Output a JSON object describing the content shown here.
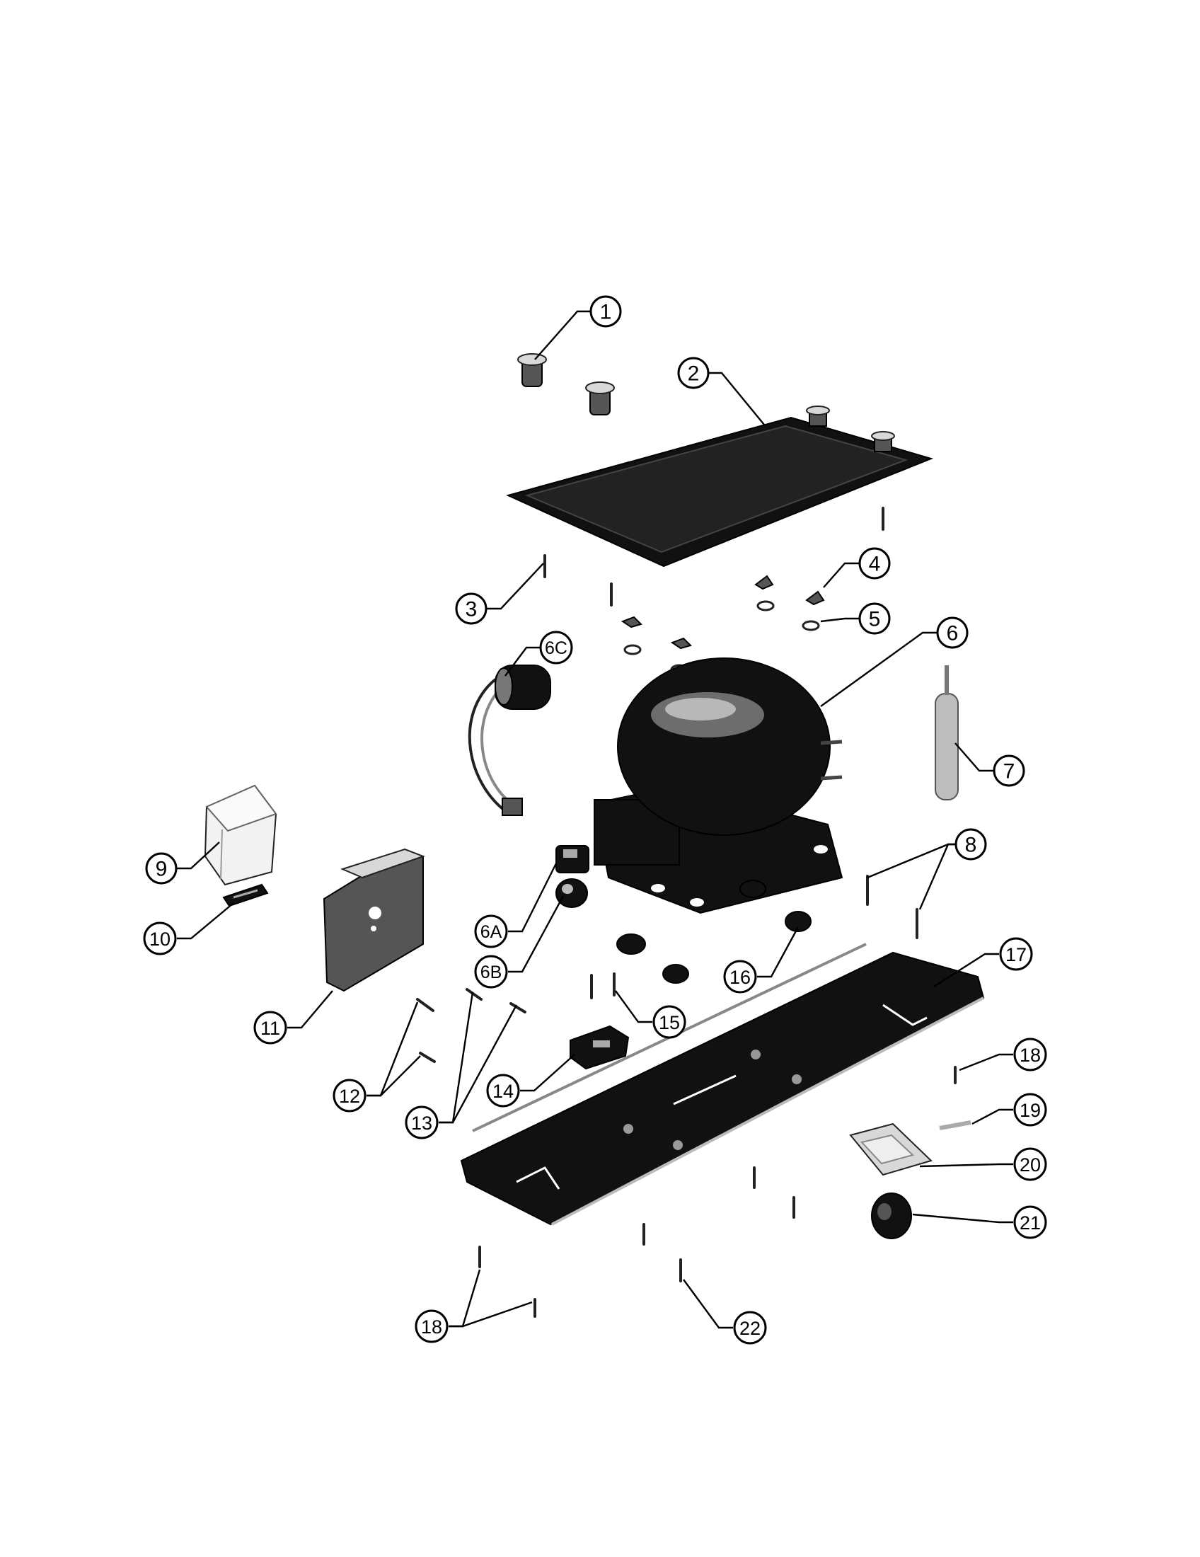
{
  "callouts": {
    "c1": "1",
    "c2": "2",
    "c3": "3",
    "c4": "4",
    "c5": "5",
    "c6": "6",
    "c6a": "6A",
    "c6b": "6B",
    "c6c": "6C",
    "c7": "7",
    "c8": "8",
    "c9": "9",
    "c10": "10",
    "c11": "11",
    "c12": "12",
    "c13": "13",
    "c14": "14",
    "c15": "15",
    "c16": "16",
    "c17": "17",
    "c18a": "18",
    "c18b": "18",
    "c19": "19",
    "c20": "20",
    "c21": "21",
    "c22": "22"
  }
}
